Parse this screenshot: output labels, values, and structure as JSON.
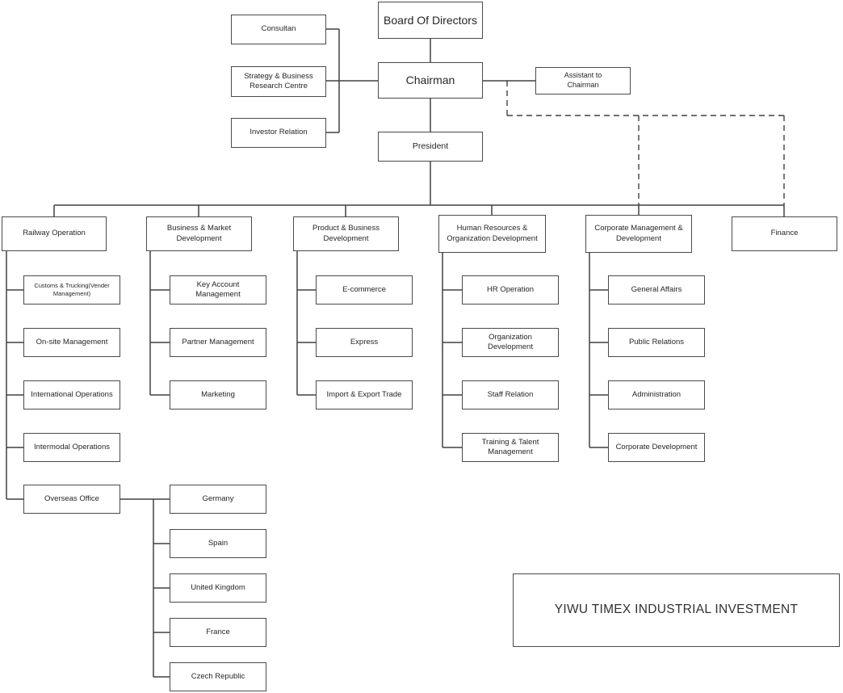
{
  "diagram": {
    "type": "organization-chart",
    "company": "YIWU TIMEX INDUSTRIAL INVESTMENT"
  },
  "colors": {
    "background": "#ffffff",
    "box_border": "#4a4a4a",
    "solid_line": "#404040",
    "dashed_line": "#404040",
    "text": "#262626"
  },
  "nodes": {
    "board": {
      "label": "Board Of Directors"
    },
    "consultan": {
      "label": "Consultan"
    },
    "strategy": {
      "label": "Strategy & Business Research Centre"
    },
    "investor": {
      "label": "Investor Relation"
    },
    "chairman": {
      "label": "Chairman"
    },
    "assistant": {
      "label": "Assistant to Chairman"
    },
    "president": {
      "label": "President"
    },
    "railway": {
      "label": "Railway Operation"
    },
    "customs": {
      "label": "Customs & Trucking(Vender Management)"
    },
    "onsite": {
      "label": "On-site Management"
    },
    "international": {
      "label": "International Operations"
    },
    "intermodal": {
      "label": "Intermodal Operations"
    },
    "overseas": {
      "label": "Overseas Office"
    },
    "germany": {
      "label": "Germany"
    },
    "spain": {
      "label": "Spain"
    },
    "uk": {
      "label": "United Kingdom"
    },
    "france": {
      "label": "France"
    },
    "czech": {
      "label": "Czech Republic"
    },
    "bizmarket": {
      "label": "Business & Market Development"
    },
    "keyaccount": {
      "label": "Key Account Management"
    },
    "partner": {
      "label": "Partner Management"
    },
    "marketing": {
      "label": "Marketing"
    },
    "product": {
      "label": "Product & Business Development"
    },
    "ecommerce": {
      "label": "E-commerce"
    },
    "express": {
      "label": "Express"
    },
    "importexport": {
      "label": "Import & Export Trade"
    },
    "hr": {
      "label": "Human Resources & Organization Development"
    },
    "hroperation": {
      "label": "HR Operation"
    },
    "orgdev": {
      "label": "Organization Development"
    },
    "staffrelation": {
      "label": "Staff Relation"
    },
    "training": {
      "label": "Training & Talent Management"
    },
    "corpmgmt": {
      "label": "Corporate Management & Development"
    },
    "generalaffairs": {
      "label": "General Affairs"
    },
    "publicrelations": {
      "label": "Public Relations"
    },
    "administration": {
      "label": "Administration"
    },
    "corpdev": {
      "label": "Corporate Development"
    },
    "finance": {
      "label": "Finance"
    },
    "company": {
      "label": "YIWU TIMEX INDUSTRIAL INVESTMENT"
    }
  },
  "hierarchy": {
    "board": [
      "chairman"
    ],
    "chairman_staff_solid": [
      "consultan",
      "strategy",
      "investor"
    ],
    "chairman_staff_right": [
      "assistant"
    ],
    "chairman": [
      "president"
    ],
    "assistant_dashed_to": [
      "corpmgmt",
      "finance"
    ],
    "president": [
      "railway",
      "bizmarket",
      "product",
      "hr",
      "corpmgmt",
      "finance"
    ],
    "railway": [
      "customs",
      "onsite",
      "international",
      "intermodal",
      "overseas"
    ],
    "overseas": [
      "germany",
      "spain",
      "uk",
      "france",
      "czech"
    ],
    "bizmarket": [
      "keyaccount",
      "partner",
      "marketing"
    ],
    "product": [
      "ecommerce",
      "express",
      "importexport"
    ],
    "hr": [
      "hroperation",
      "orgdev",
      "staffrelation",
      "training"
    ],
    "corpmgmt": [
      "generalaffairs",
      "publicrelations",
      "administration",
      "corpdev"
    ],
    "finance": []
  }
}
